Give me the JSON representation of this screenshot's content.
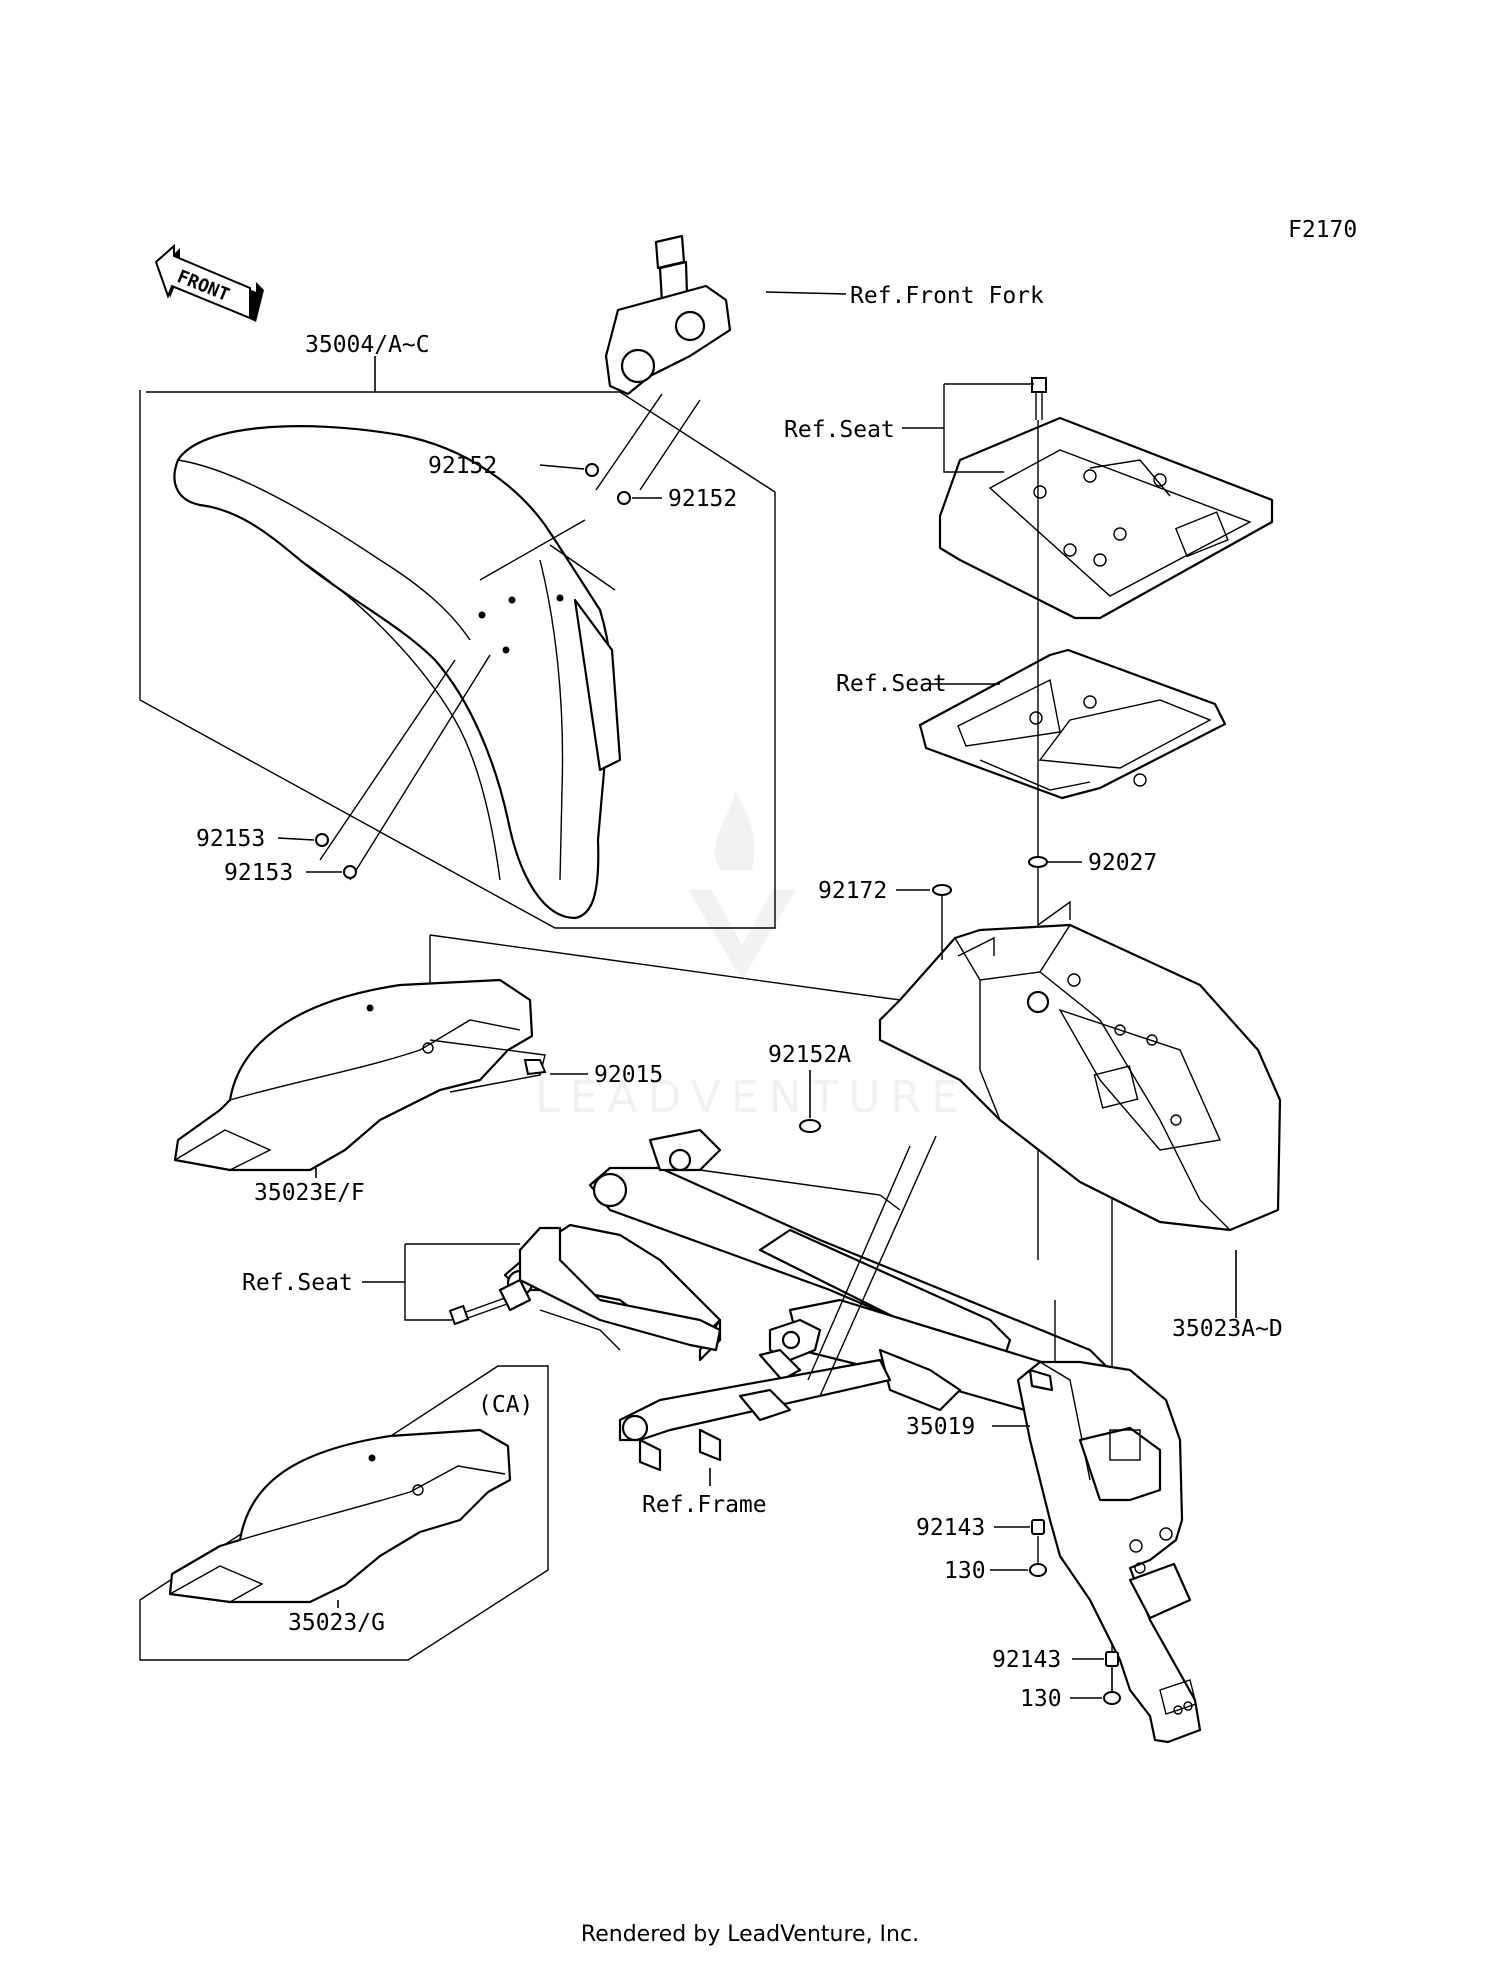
{
  "diagram_code": "F2170",
  "front_arrow_label": "FRONT",
  "watermark": "LEADVENTURE",
  "footer": "Rendered by LeadVenture, Inc.",
  "labels": {
    "ref_front_fork": "Ref.Front Fork",
    "front_fender_part": "35004/A~C",
    "ref_seat_top": "Ref.Seat",
    "bolt_92152_a": "92152",
    "bolt_92152_b": "92152",
    "ref_seat_mid": "Ref.Seat",
    "bolt_92153_a": "92153",
    "bolt_92153_b": "92153",
    "washer_92027": "92027",
    "bolt_92172": "92172",
    "clip_92015": "92015",
    "washer_92152a": "92152A",
    "rear_fender_ef": "35023E/F",
    "ref_seat_bottom": "Ref.Seat",
    "rear_fender_ad": "35023A~D",
    "flap_35019": "35019",
    "region_ca": "(CA)",
    "collar_92143_a": "92143",
    "bolt_130_a": "130",
    "ref_frame": "Ref.Frame",
    "rear_fender_g": "35023/G",
    "collar_92143_b": "92143",
    "bolt_130_b": "130"
  }
}
